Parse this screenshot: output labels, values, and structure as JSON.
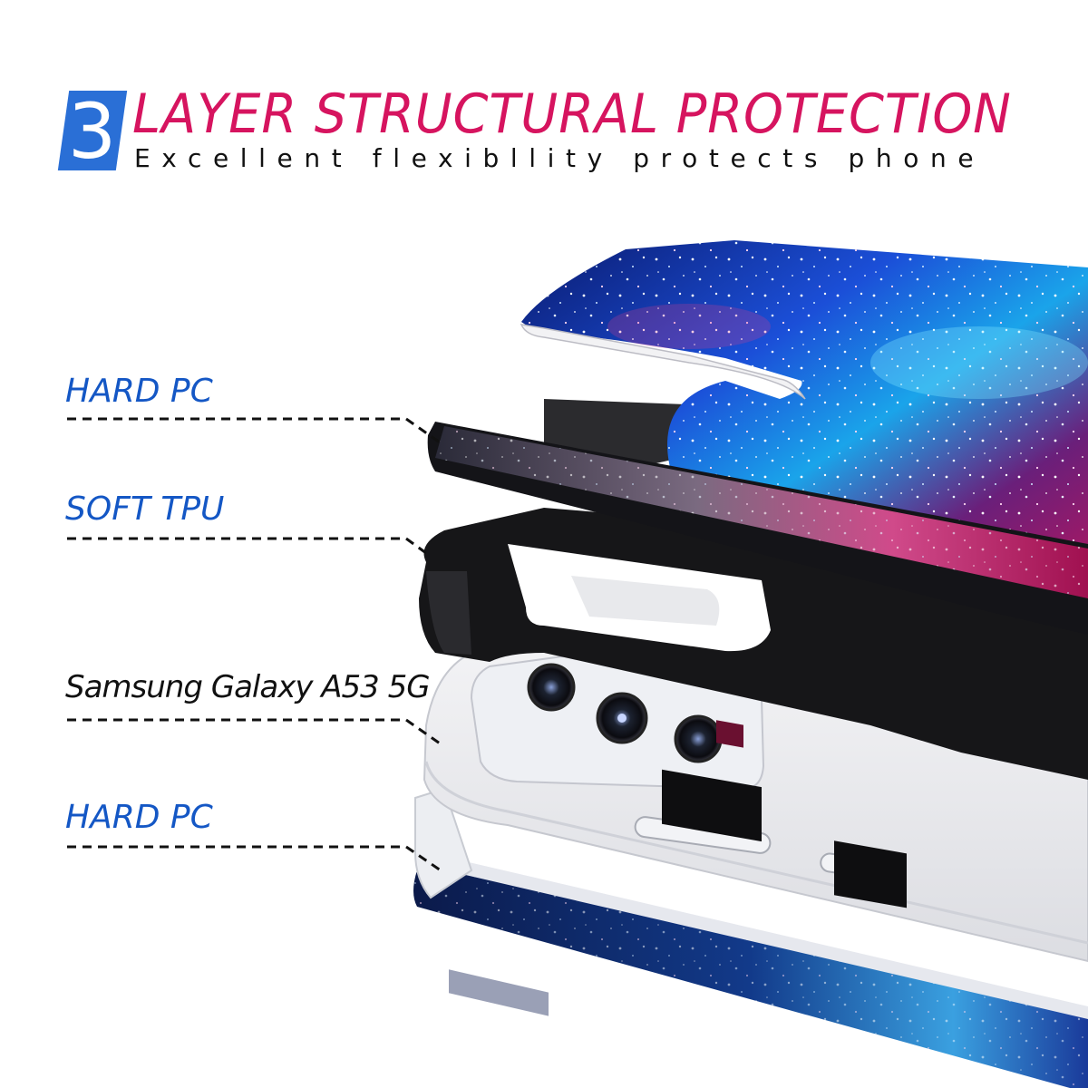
{
  "header": {
    "badge_number": "3",
    "title": "LAYER STRUCTURAL PROTECTION",
    "subtitle": "Excellent flexibllity protects phone"
  },
  "layers": [
    {
      "label": "HARD PC",
      "style": "blue"
    },
    {
      "label": "SOFT TPU",
      "style": "blue"
    },
    {
      "label": "Samsung Galaxy A53 5G",
      "style": "dark"
    },
    {
      "label": "HARD PC",
      "style": "blue"
    }
  ],
  "icons": {
    "front_shell": "galaxy-print-hard-pc-shell",
    "tpu_bumper": "black-soft-tpu-bumper",
    "phone": "white-phone-with-triple-camera",
    "back_frame": "clear-hard-pc-frame-galaxy-edge"
  },
  "colors": {
    "badge": "#2a6fd6",
    "title": "#d6145f",
    "subtitle": "#111111",
    "label_blue": "#1457c5",
    "label_dark": "#111111",
    "leader_line": "#111111"
  }
}
